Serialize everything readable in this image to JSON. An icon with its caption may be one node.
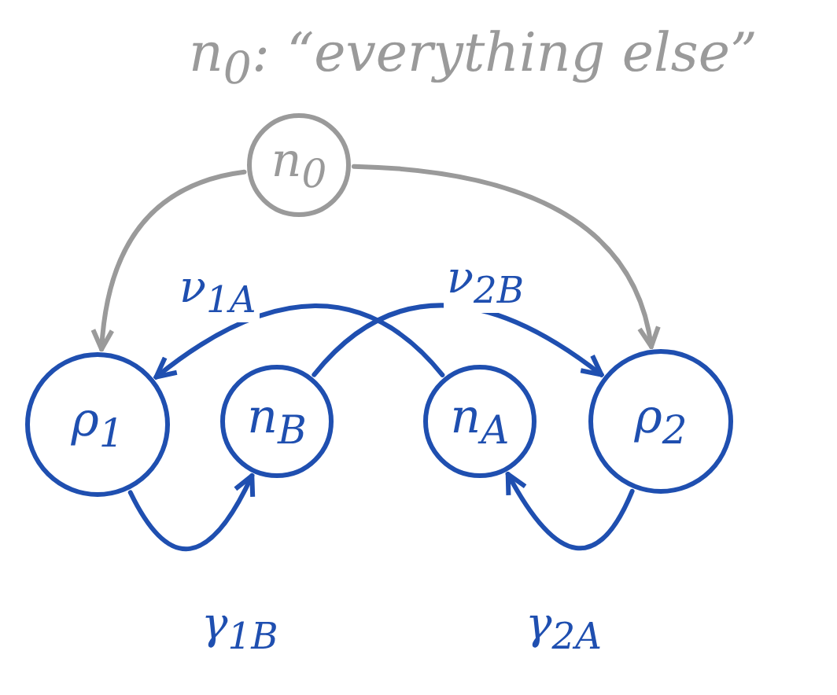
{
  "diagram": {
    "nodes": [
      {
        "text": [
          "n$_{0}$"
        ],
        "beside": [
          "n$_{0}$: “everything else”"
        ]
      },
      {
        "text": [
          "ρ$_{1}$"
        ]
      },
      {
        "text": [
          "n$_{B}$"
        ]
      },
      {
        "text": [
          "n$_{A}$"
        ]
      },
      {
        "text": [
          "ρ$_{2}$"
        ]
      }
    ],
    "edges": [
      {
        "from": 0,
        "to": 1,
        "arrow": "to",
        "color": "#9a9a9a"
      },
      {
        "from": 0,
        "to": 4,
        "arrow": "to",
        "color": "#9a9a9a"
      },
      {
        "from": 3,
        "to": 1,
        "arrow": "to",
        "label": "ν$_{1A}$"
      },
      {
        "from": 2,
        "to": 4,
        "arrow": "to",
        "label": "ν$_{2B}$"
      },
      {
        "from": 1,
        "to": 2,
        "arrow": "to",
        "label": "γ$_{1B}$"
      },
      {
        "from": 4,
        "to": 3,
        "arrow": "to",
        "label": "γ$_{2A}$"
      }
    ]
  }
}
